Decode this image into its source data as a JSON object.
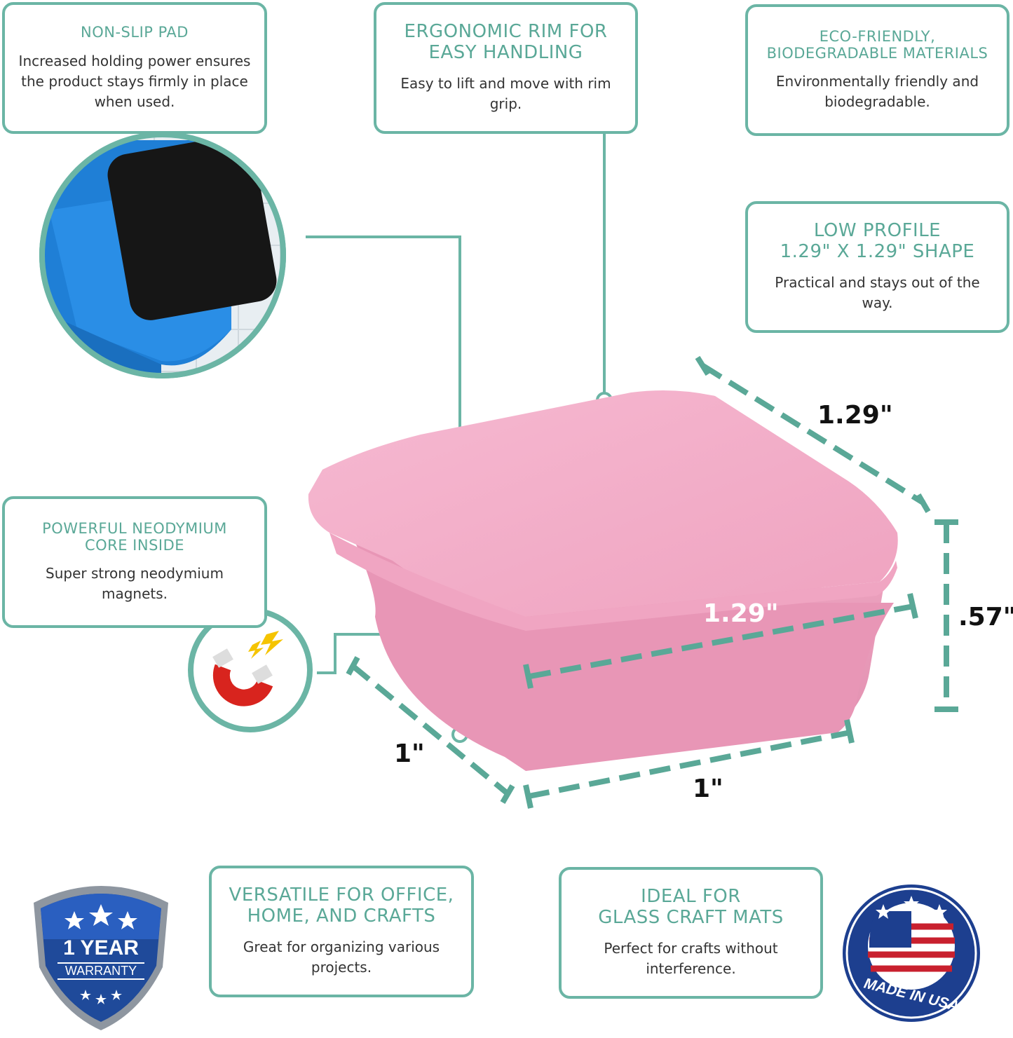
{
  "features": {
    "non_slip": {
      "title": "NON-SLIP PAD",
      "desc": "Increased holding power ensures the product stays firmly in place when used."
    },
    "ergonomic": {
      "title": "ERGONOMIC RIM FOR\nEASY HANDLING",
      "desc": "Easy to lift and move with rim grip."
    },
    "eco": {
      "title": "ECO-FRIENDLY,\nBIODEGRADABLE MATERIALS",
      "desc": "Environmentally friendly and biodegradable."
    },
    "low_profile": {
      "title": "LOW PROFILE\n1.29\" X 1.29\" SHAPE",
      "desc": "Practical and stays out of the way."
    },
    "neodymium": {
      "title": "POWERFUL NEODYMIUM\nCORE INSIDE",
      "desc": "Super strong neodymium magnets."
    },
    "versatile": {
      "title": "VERSATILE FOR OFFICE,\nHOME, AND CRAFTS",
      "desc": "Great for organizing various projects."
    },
    "glass": {
      "title": "IDEAL FOR\nGLASS CRAFT MATS",
      "desc": "Perfect for crafts without interference."
    }
  },
  "dimensions": {
    "top_width": "1.29\"",
    "inner_width": "1.29\"",
    "height": ".57\"",
    "left_depth": "1\"",
    "bottom_depth": "1\""
  },
  "badges": {
    "warranty_line1": "1 YEAR",
    "warranty_line2": "WARRANTY",
    "usa": "MADE IN USA"
  },
  "colors": {
    "accent": "#6bb5a5",
    "product": "#f2a9c6",
    "pad_blue": "#1f7fd6"
  }
}
